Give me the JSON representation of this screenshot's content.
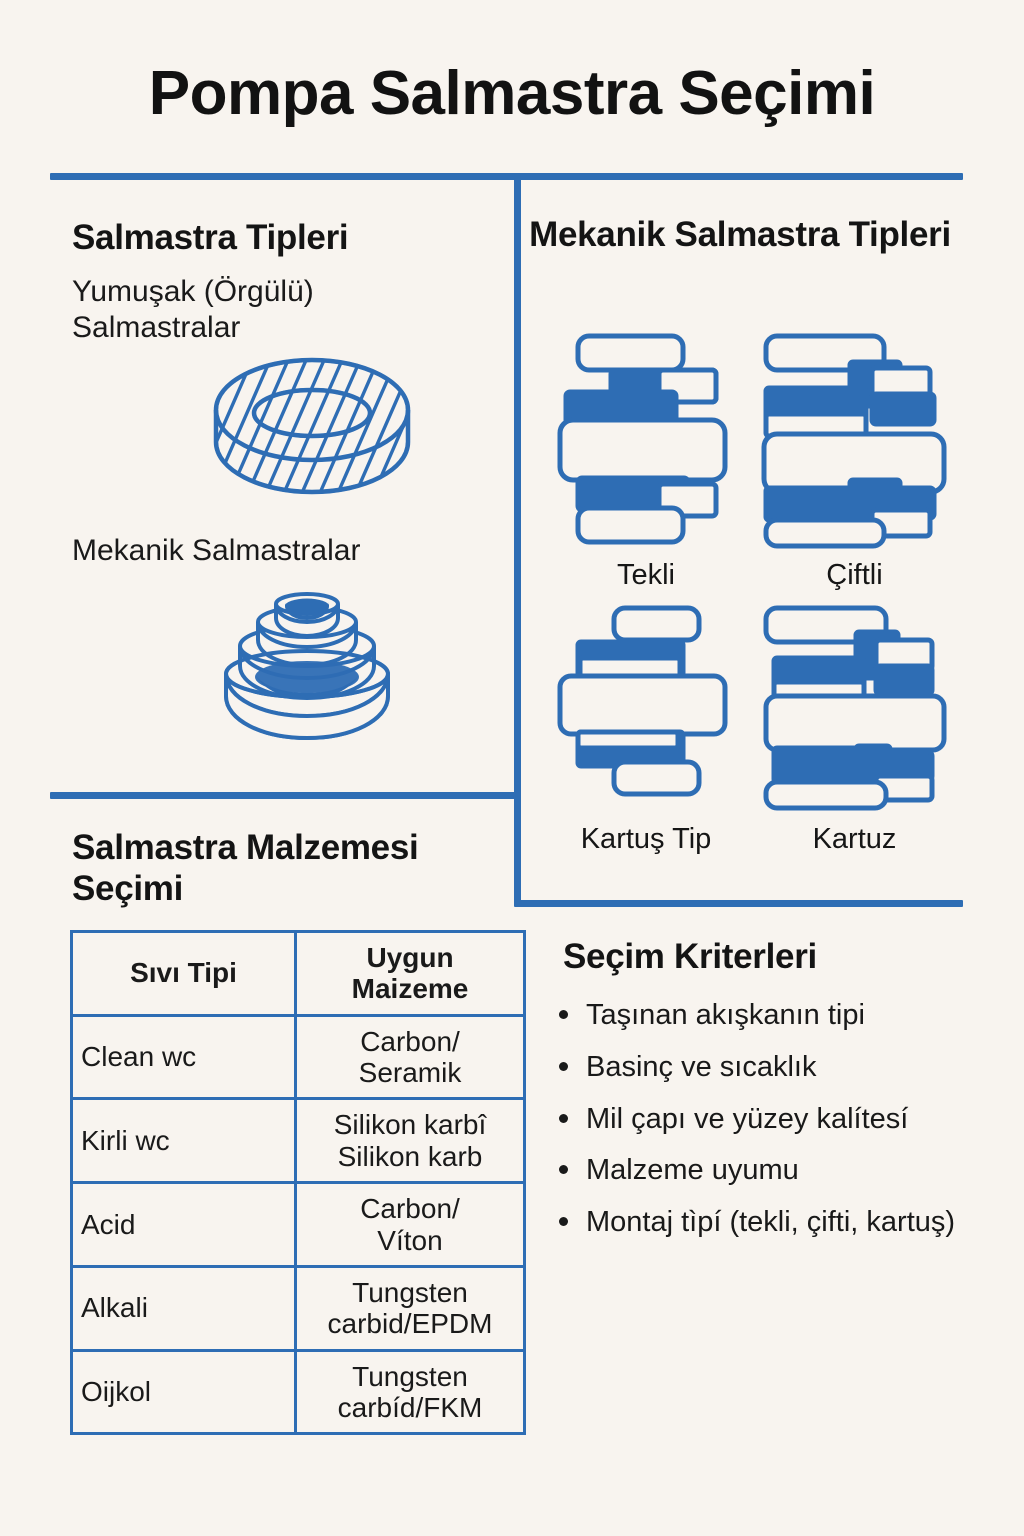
{
  "page": {
    "title": "Pompa Salmastra Seçimi",
    "background_color": "#F8F4EF",
    "accent_color": "#2E6DB4",
    "text_color": "#1A1A1A"
  },
  "seal_types": {
    "heading": "Salmastra Tipleri",
    "soft_label": "Yumuşak (Örgülü) Salmastralar",
    "soft_illustration": "braided-packing-ring-illustration",
    "mechanical_label": "Mekanik Salmastralar",
    "mechanical_illustration": "mechanical-seal-illustration"
  },
  "mechanical_types": {
    "heading": "Mekanik Salmastra Tipleri",
    "items": [
      {
        "label": "Tekli",
        "diagram": "single-seal-diagram"
      },
      {
        "label": "Çiftli",
        "diagram": "double-seal-diagram"
      },
      {
        "label": "Kartuş Tip",
        "diagram": "cartridge-type-seal-diagram"
      },
      {
        "label": "Kartuz",
        "diagram": "cartridge-seal-diagram"
      }
    ]
  },
  "material_selection": {
    "heading": "Salmastra Malzemesi Seçimi",
    "columns": [
      "Sıvı Tipi",
      "Uygun Maizeme"
    ],
    "column_lines": [
      [
        "Sıvı Tipi"
      ],
      [
        "Uygun",
        "Maizeme"
      ]
    ],
    "rows": [
      {
        "fluid": "Clean wc",
        "material_lines": [
          "Carbon/",
          "Seramik"
        ]
      },
      {
        "fluid": "Kirli wc",
        "material_lines": [
          "Silikon karbî",
          "Silikon karb"
        ]
      },
      {
        "fluid": "Acid",
        "material_lines": [
          "Carbon/",
          "Víton"
        ]
      },
      {
        "fluid": "Alkali",
        "material_lines": [
          "Tungsten",
          "carbid/EPDM"
        ]
      },
      {
        "fluid": "Oijkol",
        "material_lines": [
          "Tungsten",
          "carbíd/FKM"
        ]
      }
    ]
  },
  "criteria": {
    "heading": "Seçim Kriterleri",
    "items": [
      "Taşınan akışkanın tipi",
      "Basinç ve sıcaklık",
      "Mil çapı ve yüzey kalítesí",
      "Malzeme uyumu",
      "Montaj tìpí (tekli, çifti, kartuş)"
    ]
  }
}
